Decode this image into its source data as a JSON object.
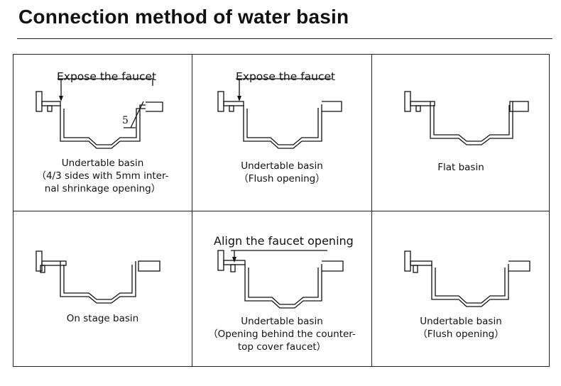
{
  "title": "Connection method of water basin",
  "cells": [
    {
      "note": "Expose the faucet",
      "dim": "5",
      "caption": [
        "Undertable basin",
        "（4/3 sides with 5mm inter-",
        "nal shrinkage opening）"
      ]
    },
    {
      "note": "Expose the faucet",
      "caption": [
        "Undertable basin",
        "（Flush opening）"
      ]
    },
    {
      "caption": [
        "Flat basin"
      ]
    },
    {
      "caption": [
        "On stage basin"
      ]
    },
    {
      "note": "Align the faucet opening",
      "caption": [
        "Undertable basin",
        "（Opening behind the counter-",
        "top cover faucet）"
      ]
    },
    {
      "caption": [
        "Undertable basin",
        "（Flush opening）"
      ]
    }
  ]
}
